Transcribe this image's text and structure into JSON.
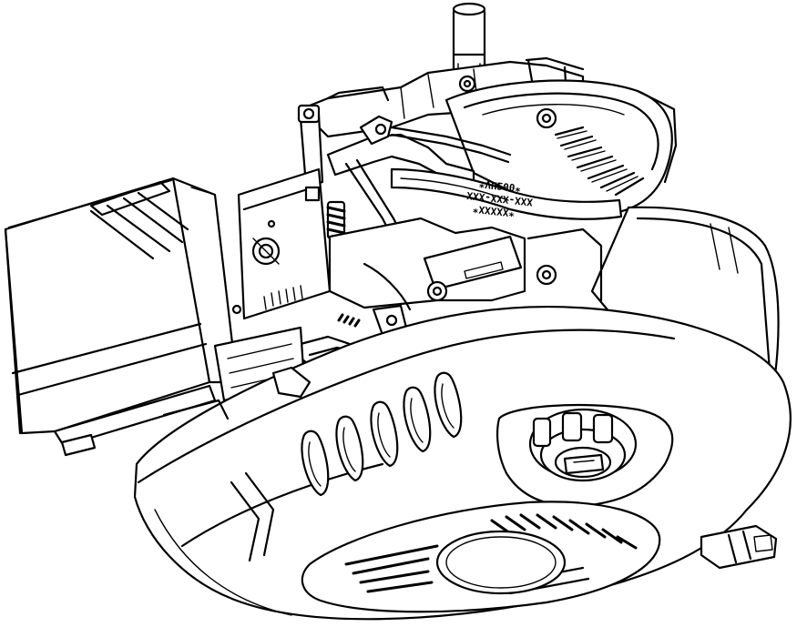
{
  "figure": {
    "labels": {
      "code_line_1": "*XXXXX*",
      "code_line_2": "XXX-XXX-XXX",
      "code_line_3": "*VH200*"
    },
    "colors": {
      "stroke": "#000000",
      "background": "#ffffff"
    }
  }
}
